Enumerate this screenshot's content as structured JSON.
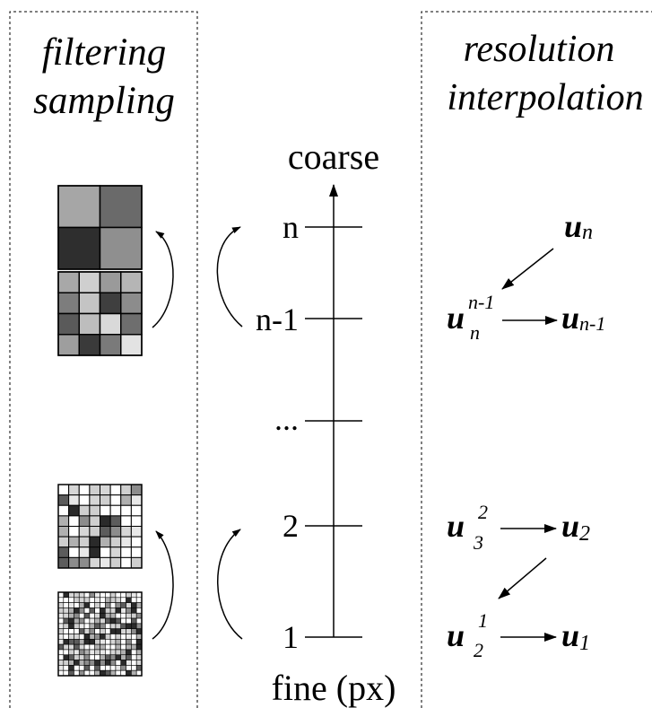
{
  "left_panel": {
    "line1": "filtering",
    "line2": "sampling"
  },
  "right_panel": {
    "line1": "resolution",
    "line2": "interpolation"
  },
  "axis": {
    "top_label": "coarse",
    "bottom_label": "fine (px)",
    "levels": [
      "n",
      "n-1",
      "...",
      "2",
      "1"
    ]
  },
  "interpolation": {
    "symbol": "u",
    "u_n_sub": "n",
    "u_n_n1_sup": "n-1",
    "u_n_n1_sub": "n",
    "u_n1_sub": "n-1",
    "u_3_2_sup": "2",
    "u_3_2_sub": "3",
    "u_2_sub": "2",
    "u_2_1_sup": "1",
    "u_2_1_sub": "2",
    "u_1_sub": "1"
  },
  "grid_tiles": {
    "tile_2x2": [
      "#a6a6a6",
      "#6a6a6a",
      "#2e2e2e",
      "#8f8f8f"
    ],
    "tile_4x4": [
      "#a8a8a8",
      "#cfcfcf",
      "#9a9a9a",
      "#b5b5b5",
      "#7d7d7d",
      "#c4c4c4",
      "#3f3f3f",
      "#8c8c8c",
      "#5a5a5a",
      "#bdbdbd",
      "#d9d9d9",
      "#6e6e6e",
      "#9e9e9e",
      "#3a3a3a",
      "#7a7a7a",
      "#e3e3e3"
    ]
  },
  "colors": {
    "ink": "#000000",
    "panel_border": "#000000"
  }
}
